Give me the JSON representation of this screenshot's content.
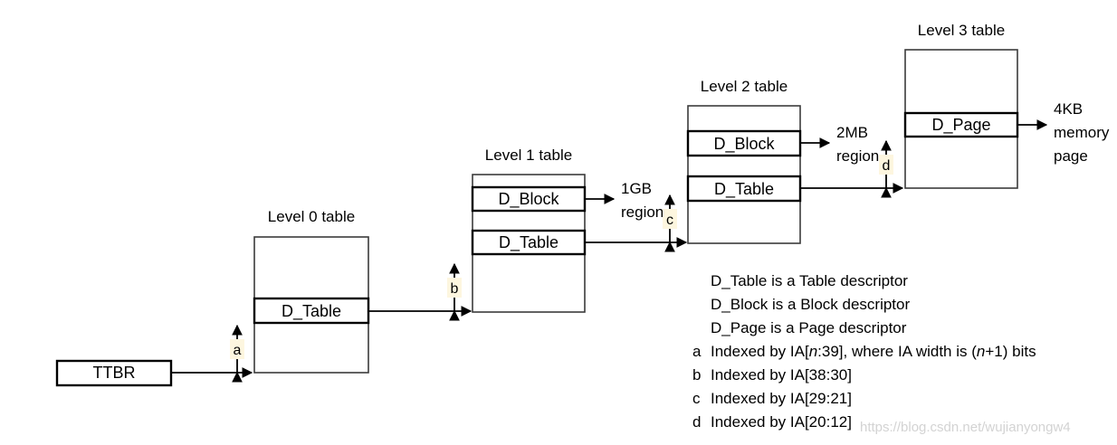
{
  "diagram": {
    "title_semantic": "ARMv8 translation table walk, 4KB granule",
    "register_box": {
      "label": "TTBR"
    },
    "tables": [
      {
        "id": "level0",
        "title": "Level 0 table",
        "rows": [
          {
            "label": "D_Table",
            "type": "table-descriptor"
          }
        ]
      },
      {
        "id": "level1",
        "title": "Level 1 table",
        "rows": [
          {
            "label": "D_Block",
            "type": "block-descriptor"
          },
          {
            "label": "D_Table",
            "type": "table-descriptor"
          }
        ]
      },
      {
        "id": "level2",
        "title": "Level 2 table",
        "rows": [
          {
            "label": "D_Block",
            "type": "block-descriptor"
          },
          {
            "label": "D_Table",
            "type": "table-descriptor"
          }
        ]
      },
      {
        "id": "level3",
        "title": "Level 3 table",
        "rows": [
          {
            "label": "D_Page",
            "type": "page-descriptor"
          }
        ]
      }
    ],
    "outputs": [
      {
        "id": "region-1gb",
        "lines": [
          "1GB",
          "region"
        ]
      },
      {
        "id": "region-2mb",
        "lines": [
          "2MB",
          "region"
        ]
      },
      {
        "id": "memory-page-4kb",
        "lines": [
          "4KB",
          "memory",
          "page"
        ]
      }
    ],
    "index_markers": [
      {
        "id": "marker-a",
        "label": "a"
      },
      {
        "id": "marker-b",
        "label": "b"
      },
      {
        "id": "marker-c",
        "label": "c"
      },
      {
        "id": "marker-d",
        "label": "d"
      }
    ],
    "legend": {
      "descriptors": [
        "D_Table is a Table descriptor",
        "D_Block is a Block descriptor",
        "D_Page is a Page descriptor"
      ],
      "index_notes": [
        {
          "key": "a",
          "prefix": "Indexed by IA[",
          "italic1": "n",
          "mid": ":39], where IA width is (",
          "italic2": "n",
          "suffix": "+1) bits"
        },
        {
          "key": "b",
          "text": "Indexed by IA[38:30]"
        },
        {
          "key": "c",
          "text": "Indexed by IA[29:21]"
        },
        {
          "key": "d",
          "text": "Indexed by IA[20:12]"
        }
      ]
    },
    "watermark": "https://blog.csdn.net/wujianyongw4",
    "colors": {
      "background": "#ffffff",
      "stroke": "#000000",
      "table_border": "#3b3b3b",
      "marker_highlight": "#fdf6df",
      "watermark": "#d3d3d3"
    }
  }
}
